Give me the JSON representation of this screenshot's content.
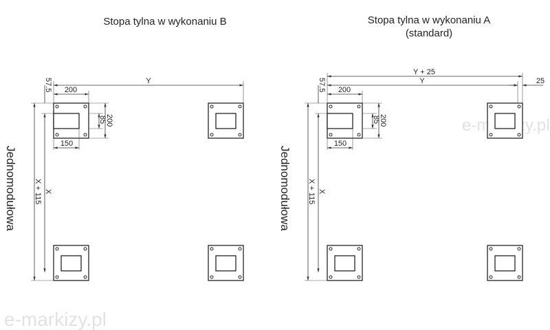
{
  "variant_b": {
    "title": "Stopa tylna w wykonaniu B",
    "dims": {
      "y": "Y",
      "offset": "57.5",
      "plate_width": "200",
      "plate_height": "200",
      "inner_height": "85",
      "inner_width": "150",
      "x": "X",
      "x_total": "X + 115"
    },
    "side_label": "Jednomodułowa"
  },
  "variant_a": {
    "title_line1": "Stopa tylna w wykonaniu A",
    "title_line2": "(standard)",
    "dims": {
      "y_total": "Y + 25",
      "y": "Y",
      "extra": "25",
      "offset": "57.5",
      "plate_width": "200",
      "plate_height": "200",
      "inner_height": "85",
      "inner_width": "150",
      "x": "X",
      "x_total": "X + 115"
    },
    "side_label": "Jednomodułowa"
  },
  "watermark": "e-markizy.pl"
}
